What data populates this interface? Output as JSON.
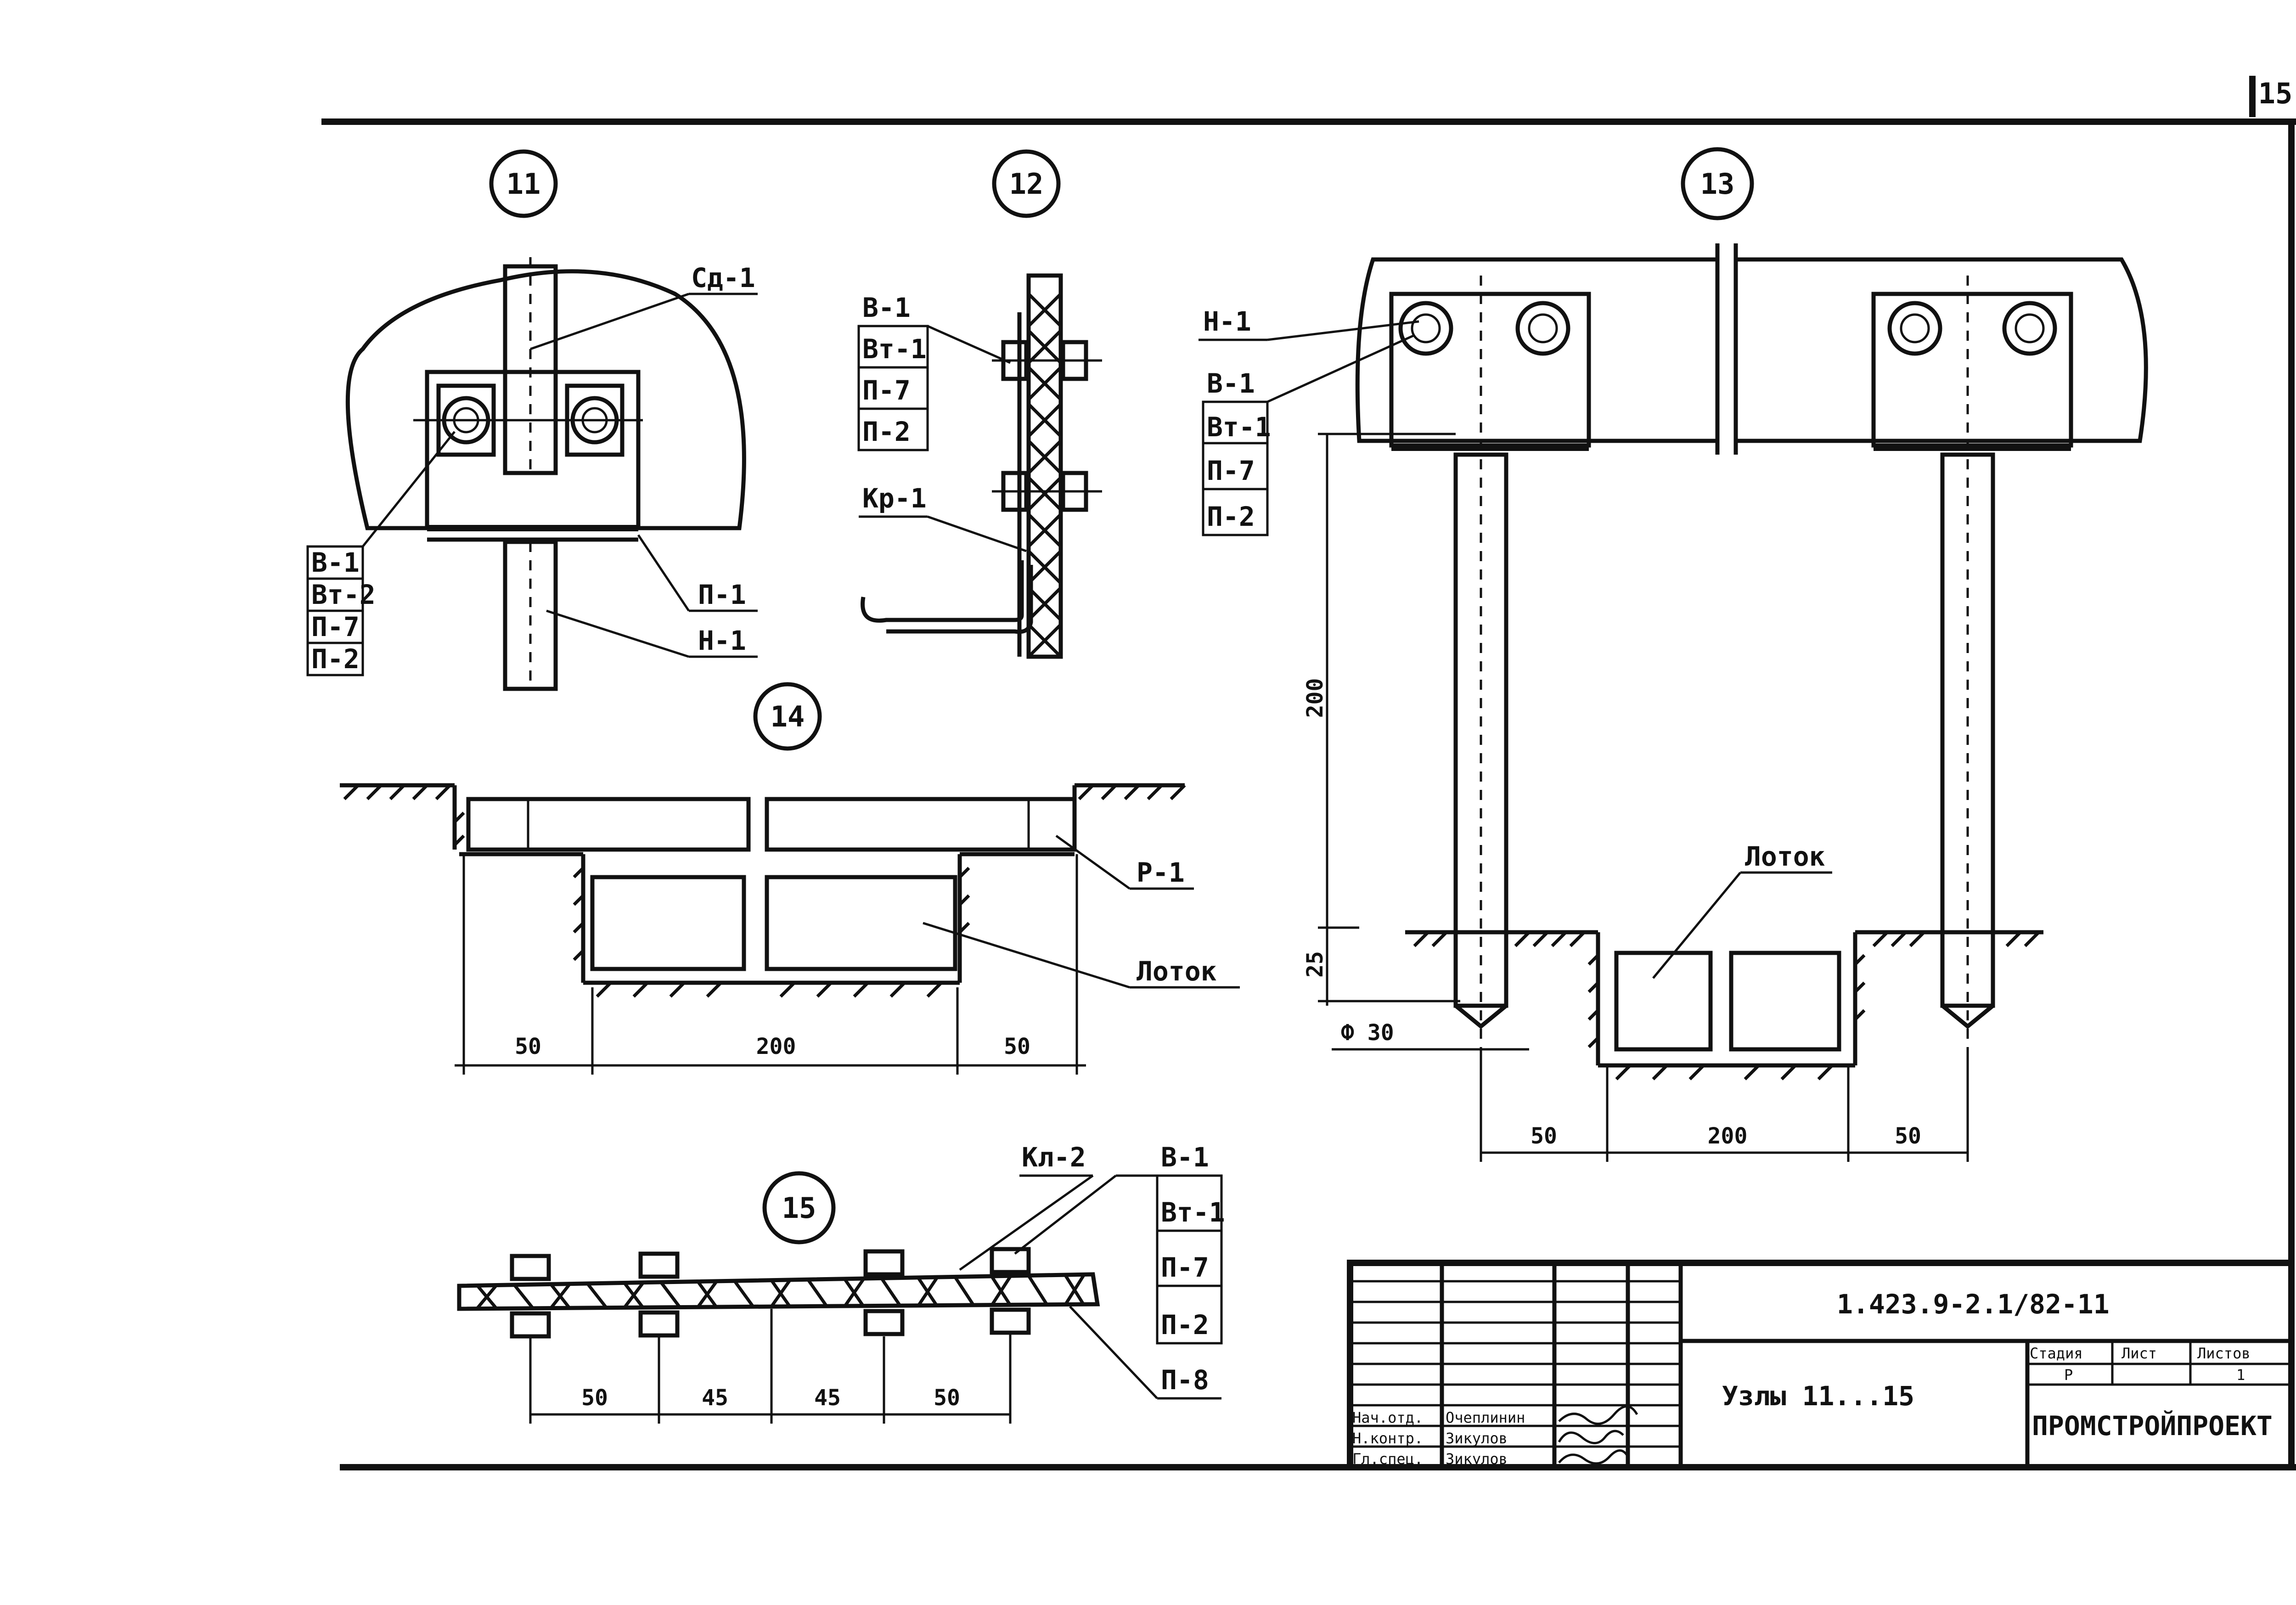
{
  "sheet_number": "15",
  "nodes": {
    "n11": {
      "number": "11",
      "top_label": "Сд-1",
      "left_labels": [
        "В-1",
        "Вт-2",
        "П-7",
        "П-2"
      ],
      "right_labels": [
        "П-1",
        "Н-1"
      ]
    },
    "n12": {
      "number": "12",
      "labels": [
        "В-1",
        "Вт-1",
        "П-7",
        "П-2"
      ],
      "hook_label": "Кр-1"
    },
    "n13": {
      "number": "13",
      "left_labels": [
        "Н-1",
        "В-1",
        "Вт-1",
        "П-7",
        "П-2"
      ],
      "tray_label": "Лоток",
      "dim_height": "200",
      "dim_depth": "25",
      "dim_diameter": "Ф 30",
      "dims": [
        "50",
        "200",
        "50"
      ]
    },
    "n14": {
      "number": "14",
      "label_r": "Р-1",
      "tray_label": "Лоток",
      "dims": [
        "50",
        "200",
        "50"
      ]
    },
    "n15": {
      "number": "15",
      "top_label": "Кл-2",
      "right_labels": [
        "В-1",
        "Вт-1",
        "П-7",
        "П-2",
        "П-8"
      ],
      "dims": [
        "50",
        "45",
        "45",
        "50"
      ]
    }
  },
  "title_block": {
    "code": "1.423.9-2.1/82-11",
    "title": "Узлы 11...15",
    "stage_header": "Стадия",
    "sheet_header": "Лист",
    "sheets_header": "Листов",
    "stage": "Р",
    "sheets": "1",
    "org": "ПРОМСТРОЙПРОЕКТ",
    "roles": [
      "Нач.отд.",
      "Н.контр.",
      "Гл.спец."
    ],
    "names": [
      "Очеплинин",
      "Зикулов",
      "Зикулов"
    ]
  }
}
